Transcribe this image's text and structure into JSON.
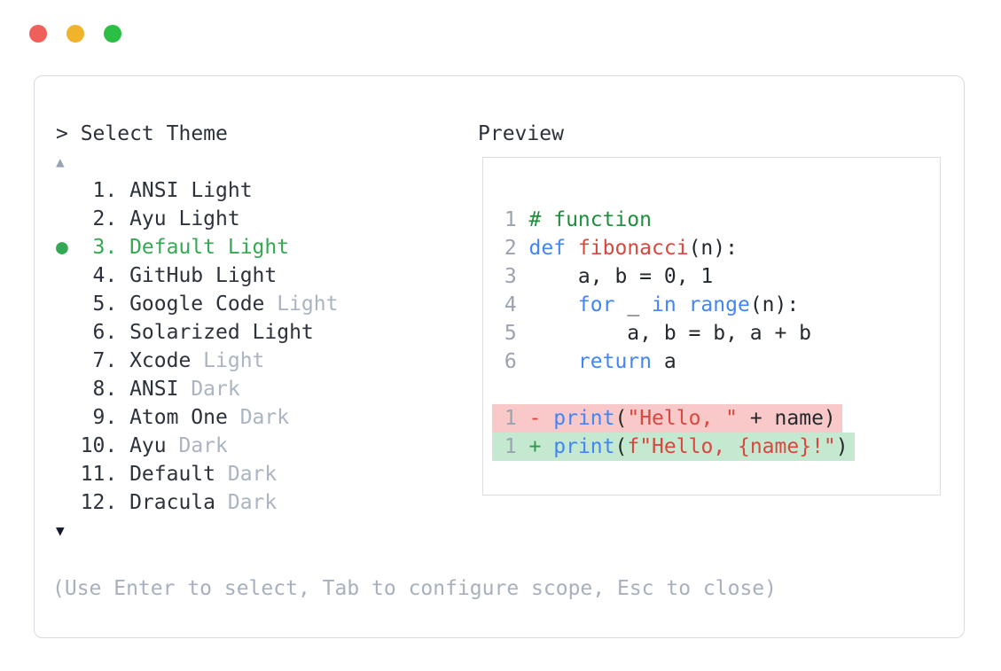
{
  "window": {
    "traffic_lights": [
      {
        "name": "close",
        "color": "#f0605a"
      },
      {
        "name": "minimize",
        "color": "#f0b32c"
      },
      {
        "name": "maximize",
        "color": "#2cbf46"
      }
    ]
  },
  "theme_picker": {
    "title": "> Select Theme",
    "scroll_up_indicator": "▲",
    "scroll_down_indicator": "▼",
    "selected_marker": "●",
    "items": [
      {
        "num": "1.",
        "name": "ANSI",
        "variant": "Light",
        "variant_muted": false,
        "selected": false
      },
      {
        "num": "2.",
        "name": "Ayu",
        "variant": "Light",
        "variant_muted": false,
        "selected": false
      },
      {
        "num": "3.",
        "name": "Default",
        "variant": "Light",
        "variant_muted": false,
        "selected": true
      },
      {
        "num": "4.",
        "name": "GitHub",
        "variant": "Light",
        "variant_muted": false,
        "selected": false
      },
      {
        "num": "5.",
        "name": "Google Code",
        "variant": "Light",
        "variant_muted": true,
        "selected": false
      },
      {
        "num": "6.",
        "name": "Solarized",
        "variant": "Light",
        "variant_muted": false,
        "selected": false
      },
      {
        "num": "7.",
        "name": "Xcode",
        "variant": "Light",
        "variant_muted": true,
        "selected": false
      },
      {
        "num": "8.",
        "name": "ANSI",
        "variant": "Dark",
        "variant_muted": true,
        "selected": false
      },
      {
        "num": "9.",
        "name": "Atom One",
        "variant": "Dark",
        "variant_muted": true,
        "selected": false
      },
      {
        "num": "10.",
        "name": "Ayu",
        "variant": "Dark",
        "variant_muted": true,
        "selected": false
      },
      {
        "num": "11.",
        "name": "Default",
        "variant": "Dark",
        "variant_muted": true,
        "selected": false
      },
      {
        "num": "12.",
        "name": "Dracula",
        "variant": "Dark",
        "variant_muted": true,
        "selected": false
      }
    ],
    "help_text": "(Use Enter to select, Tab to configure scope, Esc to close)"
  },
  "preview": {
    "title": "Preview",
    "code_lines": [
      {
        "num": "1",
        "diff": null,
        "tokens": [
          [
            "# function",
            "comment"
          ]
        ]
      },
      {
        "num": "2",
        "diff": null,
        "tokens": [
          [
            "def",
            "kw"
          ],
          [
            " ",
            "pl"
          ],
          [
            "fibonacci",
            "fn"
          ],
          [
            "(n):",
            "pl"
          ]
        ]
      },
      {
        "num": "3",
        "diff": null,
        "tokens": [
          [
            "    a, b = 0, 1",
            "pl"
          ]
        ]
      },
      {
        "num": "4",
        "diff": null,
        "tokens": [
          [
            "    ",
            "pl"
          ],
          [
            "for",
            "kw"
          ],
          [
            " _ ",
            "pl"
          ],
          [
            "in",
            "kw"
          ],
          [
            " ",
            "pl"
          ],
          [
            "range",
            "kw"
          ],
          [
            "(n):",
            "pl"
          ]
        ]
      },
      {
        "num": "5",
        "diff": null,
        "tokens": [
          [
            "        a, b = b, a + b",
            "pl"
          ]
        ]
      },
      {
        "num": "6",
        "diff": null,
        "tokens": [
          [
            "    ",
            "pl"
          ],
          [
            "return",
            "kw"
          ],
          [
            " a",
            "pl"
          ]
        ]
      },
      {
        "num": "",
        "diff": null,
        "tokens": []
      },
      {
        "num": "1",
        "diff": "removed",
        "tokens": [
          [
            "-",
            "minus"
          ],
          [
            " ",
            "pl"
          ],
          [
            "print",
            "kw"
          ],
          [
            "(",
            "pl"
          ],
          [
            "\"Hello, \"",
            "str"
          ],
          [
            " + name)",
            "pl"
          ]
        ]
      },
      {
        "num": "1",
        "diff": "added",
        "tokens": [
          [
            "+",
            "plus"
          ],
          [
            " ",
            "pl"
          ],
          [
            "print",
            "kw"
          ],
          [
            "(",
            "pl"
          ],
          [
            "f\"Hello, {name}!\"",
            "str"
          ],
          [
            ")",
            "pl"
          ]
        ]
      }
    ]
  },
  "colors": {
    "border-panel": "#d6dbe3",
    "border-preview": "#dadde2",
    "text-dark": "#2c323c",
    "text-muted": "#aab4c2",
    "text-help": "#a7b0bd",
    "accent-green": "#34a853",
    "arrow-up": "#98a3b6",
    "arrow-down": "#10192b",
    "code-plain": "#24292e",
    "code-lineno": "#9aa4b0",
    "code-comment": "#1e8e3e",
    "code-keyword": "#4285f4",
    "code-red": "#d9473e",
    "diff-minus": "#e04438",
    "diff-plus": "#2b9a4a",
    "diff-removed-bg": "#f8c9c8",
    "diff-added-bg": "#c5e8d1"
  }
}
